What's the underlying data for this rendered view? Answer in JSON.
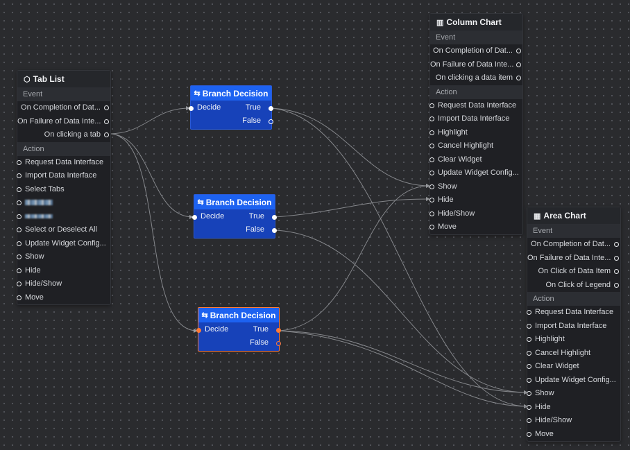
{
  "tab_list": {
    "title": "Tab List",
    "event_title": "Event",
    "events": [
      "On Completion of Dat...",
      "On Failure of Data Inte...",
      "On clicking a tab"
    ],
    "action_title": "Action",
    "actions": [
      "Request Data Interface",
      "Import Data Interface",
      "Select Tabs",
      "",
      "",
      "Select or Deselect All",
      "Update Widget Config...",
      "Show",
      "Hide",
      "Hide/Show",
      "Move"
    ]
  },
  "column_chart": {
    "title": "Column Chart",
    "event_title": "Event",
    "events": [
      "On Completion of Dat...",
      "On Failure of Data Inte...",
      "On clicking a data item"
    ],
    "action_title": "Action",
    "actions": [
      "Request Data Interface",
      "Import Data Interface",
      "Highlight",
      "Cancel Highlight",
      "Clear Widget",
      "Update Widget Config...",
      "Show",
      "Hide",
      "Hide/Show",
      "Move"
    ]
  },
  "area_chart": {
    "title": "Area Chart",
    "event_title": "Event",
    "events": [
      "On Completion of Dat...",
      "On Failure of Data Inte...",
      "On Click of Data Item",
      "On Click of Legend"
    ],
    "action_title": "Action",
    "actions": [
      "Request Data Interface",
      "Import Data Interface",
      "Highlight",
      "Cancel Highlight",
      "Clear Widget",
      "Update Widget Config...",
      "Show",
      "Hide",
      "Hide/Show",
      "Move"
    ]
  },
  "branches": [
    {
      "title": "Branch Decision",
      "decide": "Decide",
      "true_label": "True",
      "false_label": "False"
    },
    {
      "title": "Branch Decision",
      "decide": "Decide",
      "true_label": "True",
      "false_label": "False"
    },
    {
      "title": "Branch Decision",
      "decide": "Decide",
      "true_label": "True",
      "false_label": "False"
    }
  ],
  "colors": {
    "accent": "#1d62f0",
    "branch_body": "#1742b9",
    "selected": "#ff7a36",
    "wire": "#8a8c90"
  },
  "icons": {
    "tab_list": "tab-list-icon",
    "column_chart": "column-chart-icon",
    "area_chart": "area-chart-icon",
    "branch": "branch-decision-icon"
  }
}
